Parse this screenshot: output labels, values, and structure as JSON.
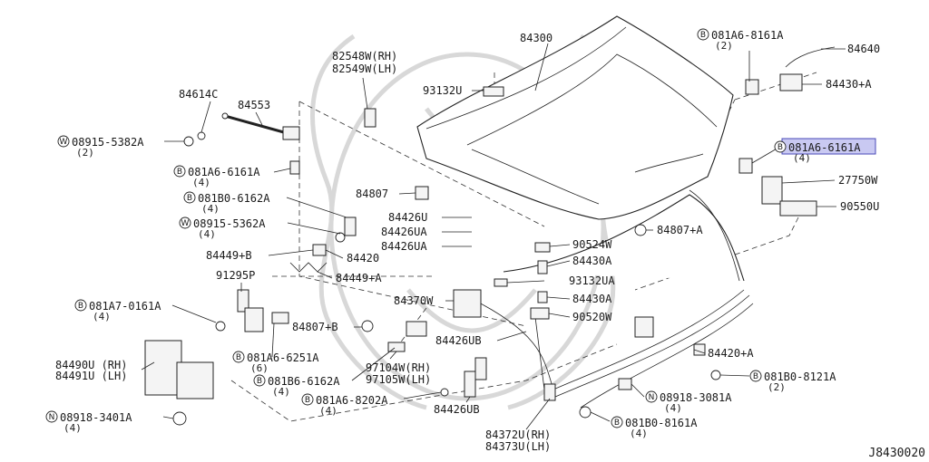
{
  "figure_ref": "J8430020",
  "callouts": [
    {
      "id": "c84300",
      "part": "84300"
    },
    {
      "id": "c84640",
      "part": "84640"
    },
    {
      "id": "c081a6_8161a",
      "prefix": "B",
      "part": "081A6-8161A",
      "qty": "(2)"
    },
    {
      "id": "c84430a_top",
      "part": "84430+A"
    },
    {
      "id": "c82548w",
      "part": "82548W(RH)"
    },
    {
      "id": "c82549w",
      "part": "82549W(LH)"
    },
    {
      "id": "c93132u",
      "part": "93132U"
    },
    {
      "id": "c84553",
      "part": "84553"
    },
    {
      "id": "c84614c",
      "part": "84614C"
    },
    {
      "id": "c08915_5382a",
      "prefix": "W",
      "part": "08915-5382A",
      "qty": "(2)"
    },
    {
      "id": "c081a6_6161a_l",
      "prefix": "B",
      "part": "081A6-6161A",
      "qty": "(4)"
    },
    {
      "id": "c081a6_6161a_r",
      "prefix": "B",
      "part": "081A6-6161A",
      "qty": "(4)",
      "highlighted": true
    },
    {
      "id": "c27750w",
      "part": "27750W"
    },
    {
      "id": "c90550u",
      "part": "90550U"
    },
    {
      "id": "c081b0_6162a",
      "prefix": "B",
      "part": "081B0-6162A",
      "qty": "(4)"
    },
    {
      "id": "c84807",
      "part": "84807"
    },
    {
      "id": "c08915_5362a",
      "prefix": "W",
      "part": "08915-5362A",
      "qty": "(4)"
    },
    {
      "id": "c84426u",
      "part": "84426U"
    },
    {
      "id": "c84426ua_1",
      "part": "84426UA"
    },
    {
      "id": "c84426ua_2",
      "part": "84426UA"
    },
    {
      "id": "c84807a",
      "part": "84807+A"
    },
    {
      "id": "c84449b",
      "part": "84449+B"
    },
    {
      "id": "c84420",
      "part": "84420"
    },
    {
      "id": "c90524w",
      "part": "90524W"
    },
    {
      "id": "c84430a_1",
      "part": "84430A"
    },
    {
      "id": "c84449a",
      "part": "84449+A"
    },
    {
      "id": "c91295p",
      "part": "91295P"
    },
    {
      "id": "c93132ua",
      "part": "93132UA"
    },
    {
      "id": "c84370w",
      "part": "84370W"
    },
    {
      "id": "c84430a_2",
      "part": "84430A"
    },
    {
      "id": "c081a7_0161a",
      "prefix": "B",
      "part": "081A7-0161A",
      "qty": "(4)"
    },
    {
      "id": "c84807b",
      "part": "84807+B"
    },
    {
      "id": "c90520w",
      "part": "90520W"
    },
    {
      "id": "c84426ub_1",
      "part": "84426UB"
    },
    {
      "id": "c84490u",
      "part": "84490U (RH)"
    },
    {
      "id": "c84491u",
      "part": "84491U (LH)"
    },
    {
      "id": "c081a6_6251a",
      "prefix": "B",
      "part": "081A6-6251A",
      "qty": "(6)"
    },
    {
      "id": "c97104w",
      "part": "97104W(RH)"
    },
    {
      "id": "c97105w",
      "part": "97105W(LH)"
    },
    {
      "id": "c84420a",
      "part": "84420+A"
    },
    {
      "id": "c081b6_6162a",
      "prefix": "B",
      "part": "081B6-6162A",
      "qty": "(4)"
    },
    {
      "id": "c081b0_8121a",
      "prefix": "B",
      "part": "081B0-8121A",
      "qty": "(2)"
    },
    {
      "id": "c081a6_8202a",
      "prefix": "B",
      "part": "081A6-8202A",
      "qty": "(4)"
    },
    {
      "id": "c08918_3081a",
      "prefix": "N",
      "part": "08918-3081A",
      "qty": "(4)"
    },
    {
      "id": "c84426ub_2",
      "part": "84426UB"
    },
    {
      "id": "c08918_3401a",
      "prefix": "N",
      "part": "08918-3401A",
      "qty": "(4)"
    },
    {
      "id": "c081b0_8161a",
      "prefix": "B",
      "part": "081B0-8161A",
      "qty": "(4)"
    },
    {
      "id": "c84372u",
      "part": "84372U(RH)"
    },
    {
      "id": "c84373u",
      "part": "84373U(LH)"
    }
  ]
}
